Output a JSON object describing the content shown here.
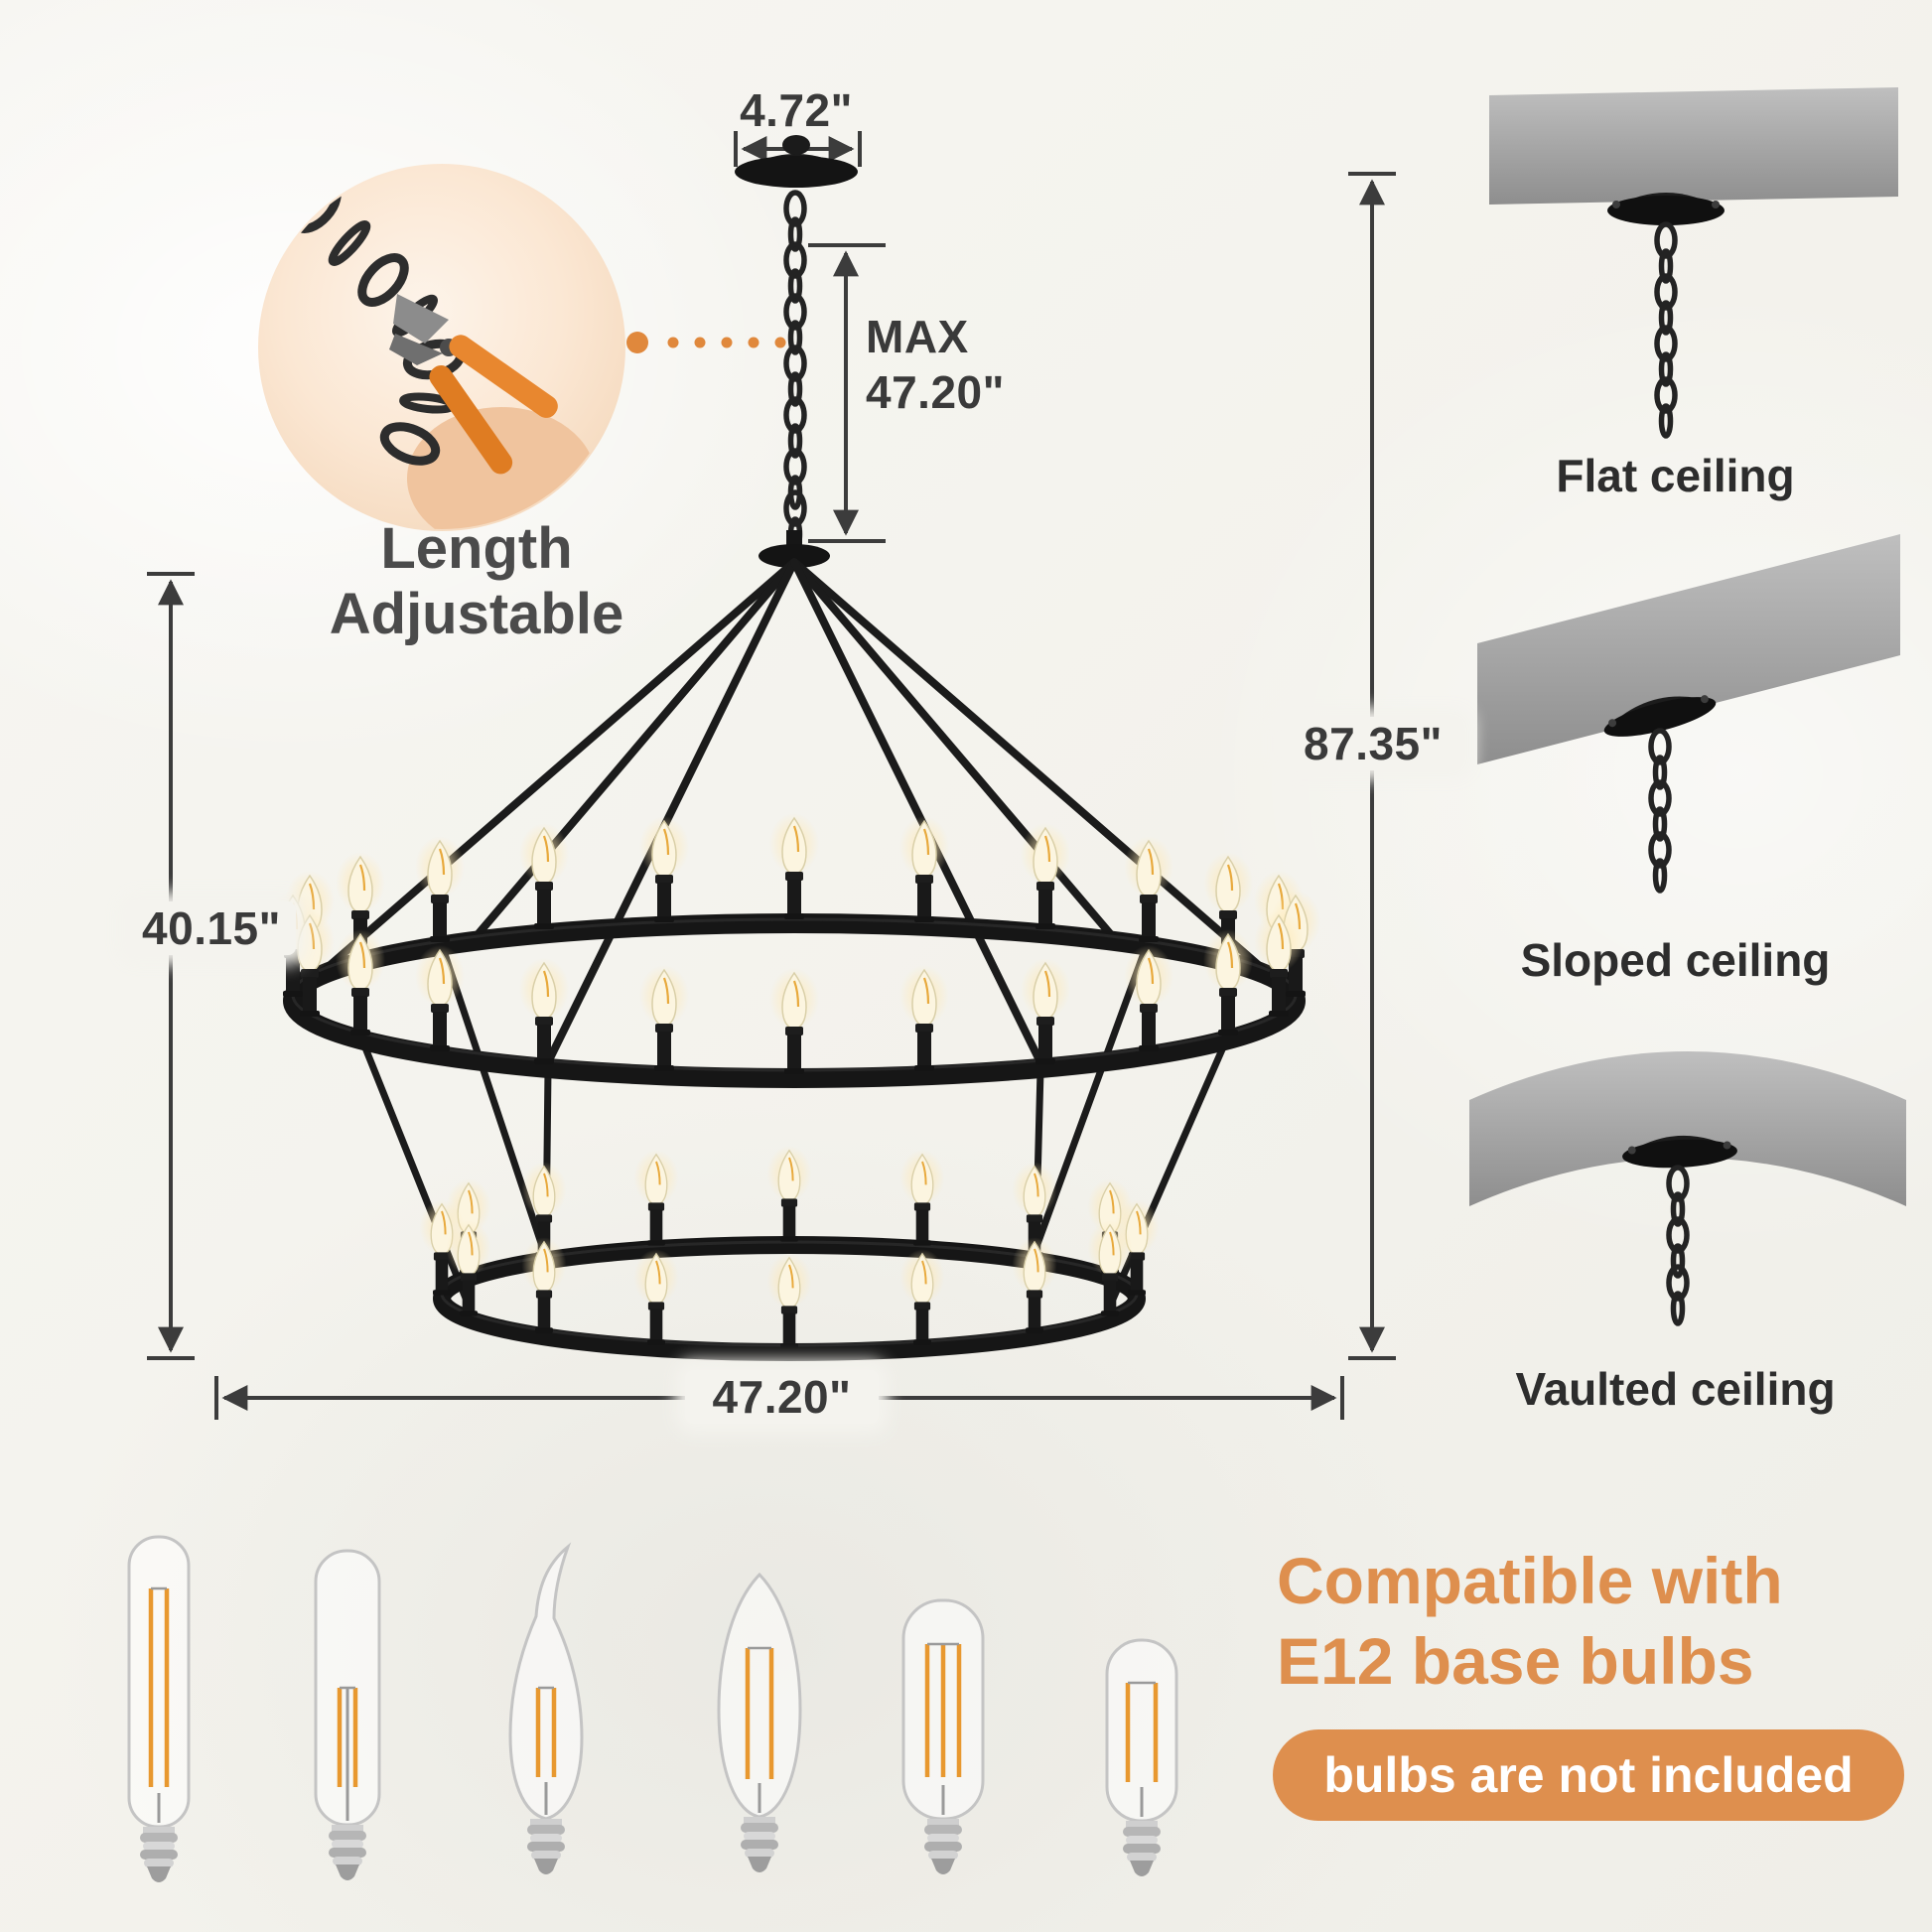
{
  "colors": {
    "accent_orange": "#DE8F4E",
    "text_dark": "#3A3A3A",
    "fixture_black": "#1A1A1A",
    "ceiling_gray": "#A6A6A6",
    "background": "#F4F3EE"
  },
  "inset": {
    "icon": "pliers-cutting-chain-icon",
    "label_line1": "Length",
    "label_line2": "Adjustable"
  },
  "dimensions": {
    "canopy_width": "4.72\"",
    "chain_label": "MAX",
    "chain_max": "47.20\"",
    "total_height": "87.35\"",
    "body_height": "40.15\"",
    "diameter": "47.20\""
  },
  "ceiling_options": [
    {
      "icon": "flat-ceiling-mount-icon",
      "label": "Flat ceiling"
    },
    {
      "icon": "sloped-ceiling-mount-icon",
      "label": "Sloped ceiling"
    },
    {
      "icon": "vaulted-ceiling-mount-icon",
      "label": "Vaulted ceiling"
    }
  ],
  "bulbs": {
    "icons": [
      "t6-long-tube-bulb-icon",
      "t6-short-tube-bulb-icon",
      "flame-tip-candelabra-bulb-icon",
      "b11-torpedo-bulb-icon",
      "t45-tube-bulb-icon",
      "t22-mini-tube-bulb-icon"
    ],
    "heading_line1": "Compatible with",
    "heading_line2": "E12 base bulbs",
    "note": "bulbs are not included"
  }
}
